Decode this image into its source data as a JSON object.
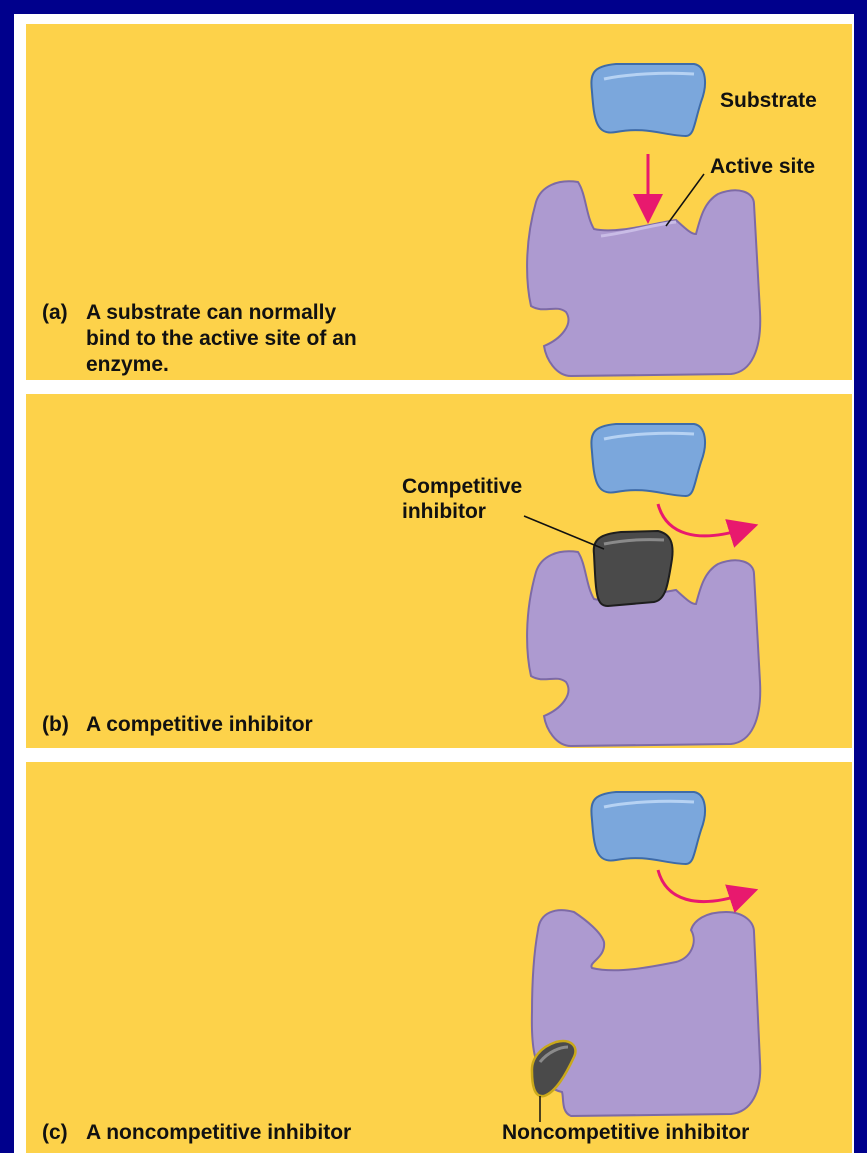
{
  "colors": {
    "background": "#00008c",
    "panel": "#fdd24a",
    "enzyme": "#ad9ad0",
    "substrate": "#7ba7dc",
    "inhibitor": "#4a4a4a",
    "arrow": "#e8196e"
  },
  "panels": [
    {
      "id": "a",
      "letter": "(a)",
      "caption_lines": [
        "A substrate can normally",
        "bind to the active site of an",
        "enzyme."
      ],
      "labels": {
        "substrate": "Substrate",
        "active_site": "Active site"
      }
    },
    {
      "id": "b",
      "letter": "(b)",
      "caption_lines": [
        "A competitive inhibitor"
      ],
      "labels": {
        "inhibitor_line1": "Competitive",
        "inhibitor_line2": "inhibitor"
      }
    },
    {
      "id": "c",
      "letter": "(c)",
      "caption_lines": [
        "A noncompetitive inhibitor"
      ],
      "labels": {
        "inhibitor": "Noncompetitive inhibitor"
      }
    }
  ]
}
